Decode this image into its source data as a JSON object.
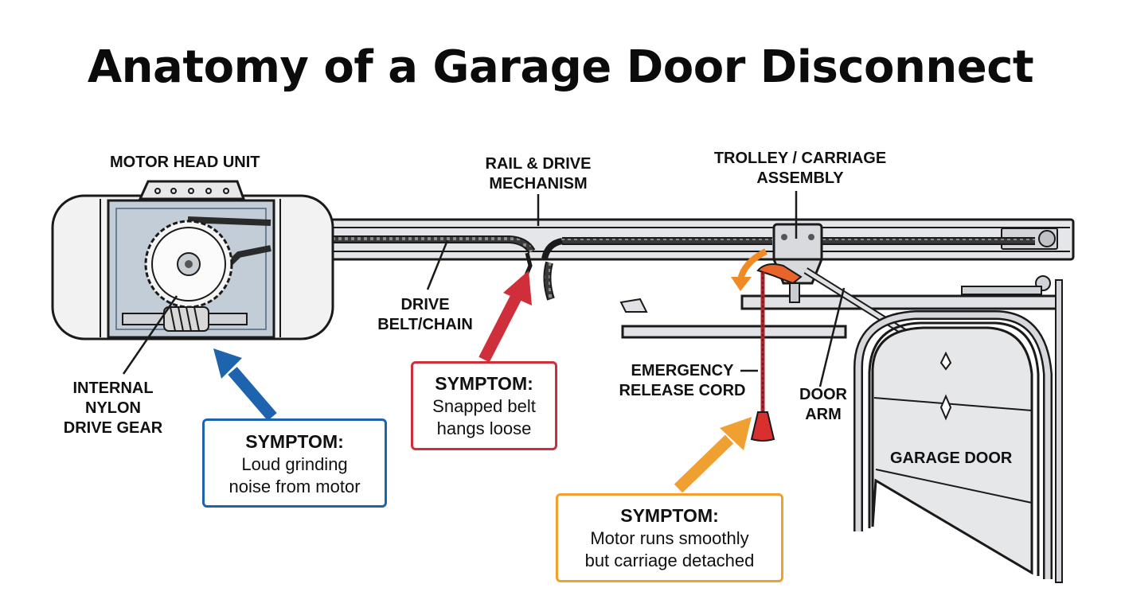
{
  "title": "Anatomy of a Garage Door Disconnect",
  "labels": {
    "motor_head_unit": "MOTOR HEAD UNIT",
    "rail_drive": [
      "RAIL & DRIVE",
      "MECHANISM"
    ],
    "trolley": [
      "TROLLEY / CARRIAGE",
      "ASSEMBLY"
    ],
    "drive_belt": [
      "DRIVE",
      "BELT/CHAIN"
    ],
    "internal_gear": [
      "INTERNAL",
      "NYLON",
      "DRIVE GEAR"
    ],
    "emergency_cord": [
      "EMERGENCY",
      "RELEASE CORD"
    ],
    "door_arm": [
      "DOOR",
      "ARM"
    ],
    "garage_door": "GARAGE DOOR"
  },
  "symptoms": [
    {
      "id": "motor",
      "heading": "SYMPTOM:",
      "lines": [
        "Loud grinding",
        "noise from motor"
      ]
    },
    {
      "id": "belt",
      "heading": "SYMPTOM:",
      "lines": [
        "Snapped belt",
        "hangs loose"
      ]
    },
    {
      "id": "carriage",
      "heading": "SYMPTOM:",
      "lines": [
        "Motor runs smoothly",
        "but carriage detached"
      ]
    }
  ],
  "colors": {
    "motor": "#1e63ad",
    "belt": "#cf2f3a",
    "carriage": "#f0a030",
    "release_arrow": "#f08a24"
  }
}
